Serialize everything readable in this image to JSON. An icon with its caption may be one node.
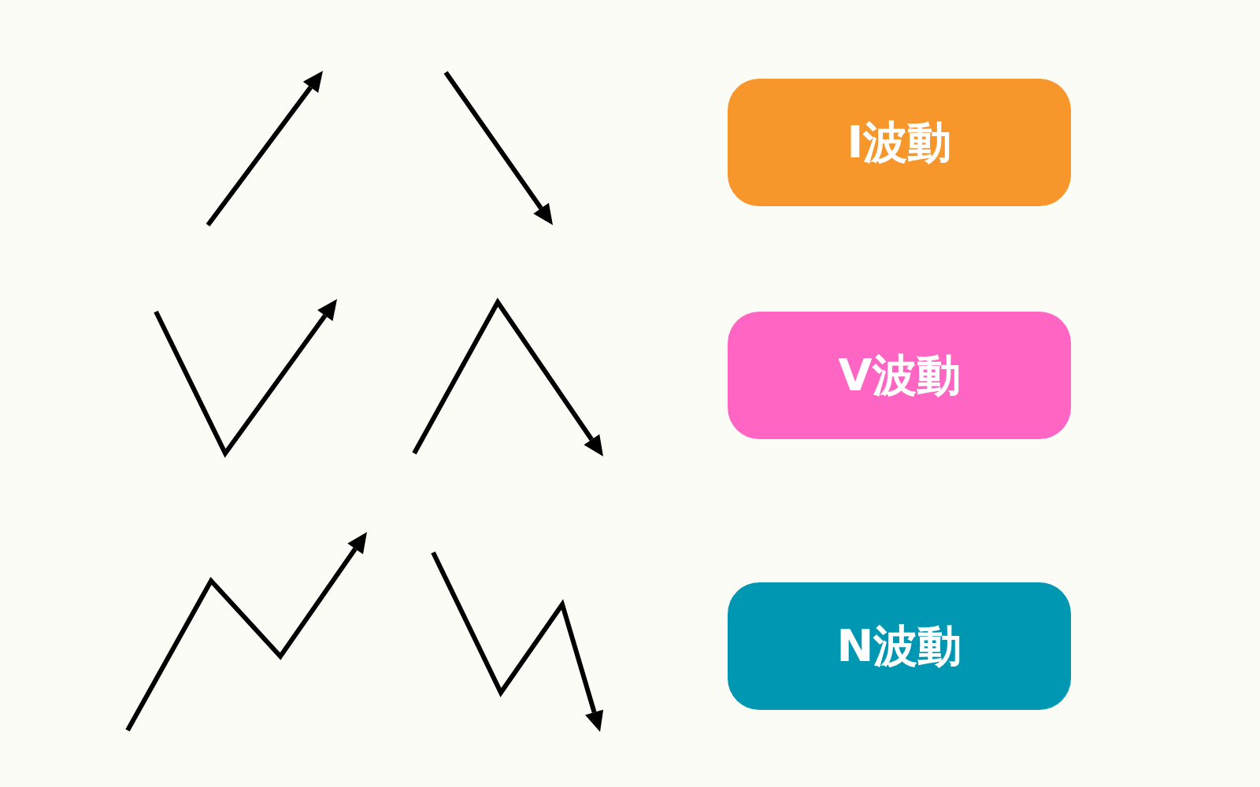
{
  "diagram": {
    "nodes": [
      {
        "text": [
          "I波動"
        ]
      },
      {
        "text": [
          "V波動"
        ]
      },
      {
        "text": [
          "N波動"
        ]
      }
    ]
  }
}
